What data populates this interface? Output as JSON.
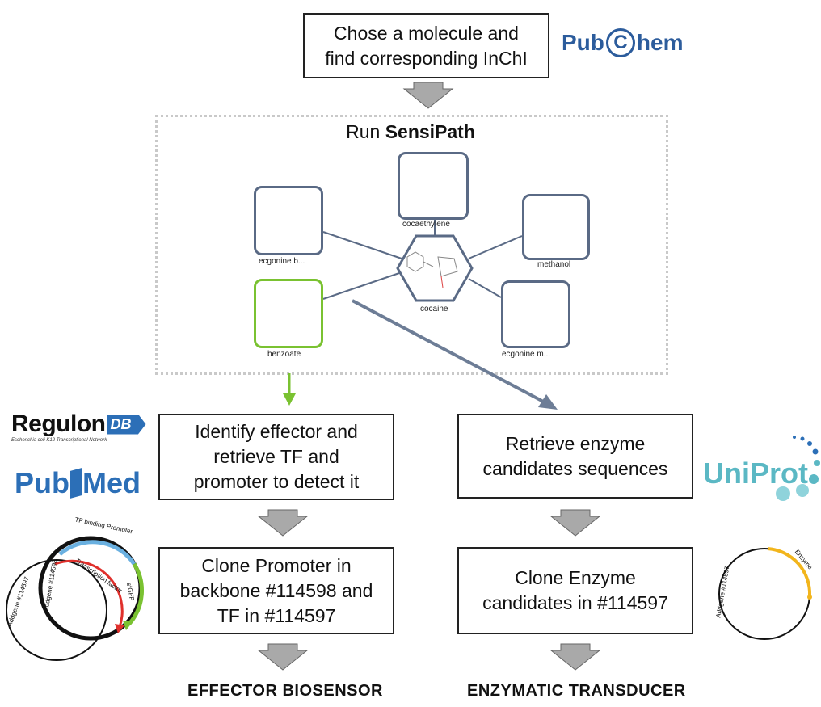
{
  "top_box": {
    "line1": "Chose a molecule and",
    "line2": "find corresponding InChI"
  },
  "pubchem": {
    "left": "Pub",
    "c": "C",
    "right": "hem"
  },
  "sensipath": {
    "prefix": "Run ",
    "name": "SensiPath"
  },
  "molecules": {
    "cocaethylene": "cocaethylene",
    "ecgonine_b": "ecgonine b...",
    "methanol": "methanol",
    "cocaine": "cocaine",
    "benzoate": "benzoate",
    "ecgonine_m": "ecgonine m..."
  },
  "regulondb": {
    "name": "Regulon",
    "suffix": "DB",
    "subtitle": "Escherichia coli K12 Transcriptional Network"
  },
  "pubmed": {
    "left": "Pub",
    "right": "Med"
  },
  "uniprot": {
    "name": "UniProt"
  },
  "left_box1": {
    "line1": "Identify effector and",
    "line2": "retrieve TF and",
    "line3": "promoter to detect it"
  },
  "right_box1": {
    "line1": "Retrieve enzyme",
    "line2": "candidates sequences"
  },
  "left_box2": {
    "line1": "Clone Promoter in",
    "line2": "backbone #114598 and",
    "line3": "TF in #114597"
  },
  "right_box2": {
    "line1": "Clone Enzyme",
    "line2": "candidates in #114597"
  },
  "plasmid_left": {
    "tf_promoter": "TF binding Promoter",
    "tf": "Transcription factor",
    "gfp": "sfGFP",
    "backbone1": "Addgene #114598",
    "backbone2": "Addgene #114597"
  },
  "plasmid_right": {
    "enzyme": "Enzyme",
    "backbone": "Addgene #114597"
  },
  "outputs": {
    "left": "EFFECTOR BIOSENSOR",
    "right": "ENZYMATIC TRANSDUCER"
  },
  "colors": {
    "gray_arrow": "#a9a9a9",
    "green": "#7ac231",
    "slate": "#5a6a85",
    "pubmed_blue": "#2c6fb7",
    "uniprot_teal": "#5bb8c4"
  }
}
